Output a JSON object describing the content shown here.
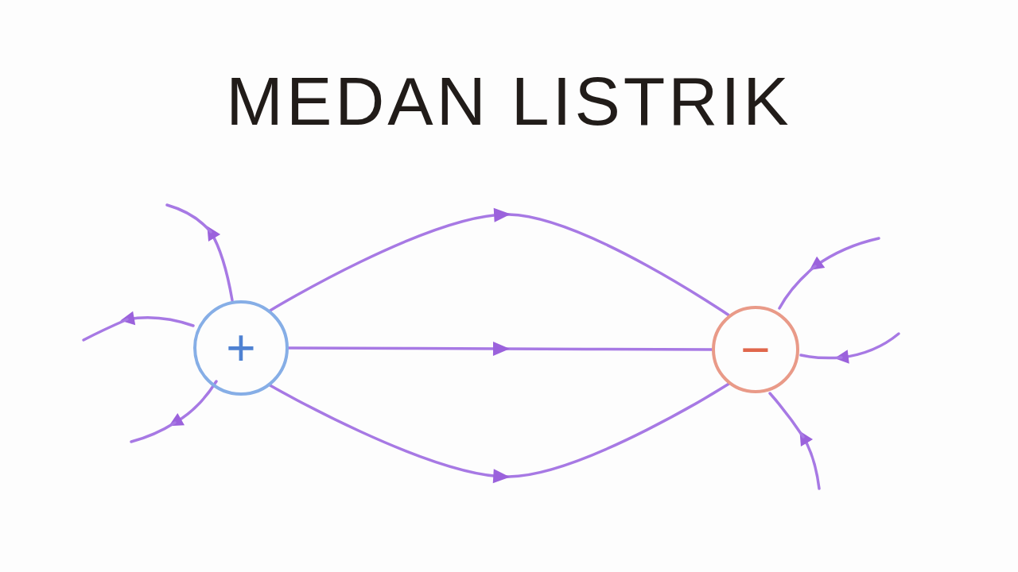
{
  "diagram": {
    "title": "MEDAN LISTRIK",
    "nodes": [
      {
        "text": [
          "+"
        ]
      },
      {
        "text": [
          "−"
        ]
      }
    ],
    "edges": [
      {
        "from": 0,
        "to": 1,
        "arrow": "to"
      },
      {
        "from": 0,
        "to": 1,
        "arrow": "to"
      },
      {
        "from": 0,
        "to": 1,
        "arrow": "to"
      }
    ]
  }
}
